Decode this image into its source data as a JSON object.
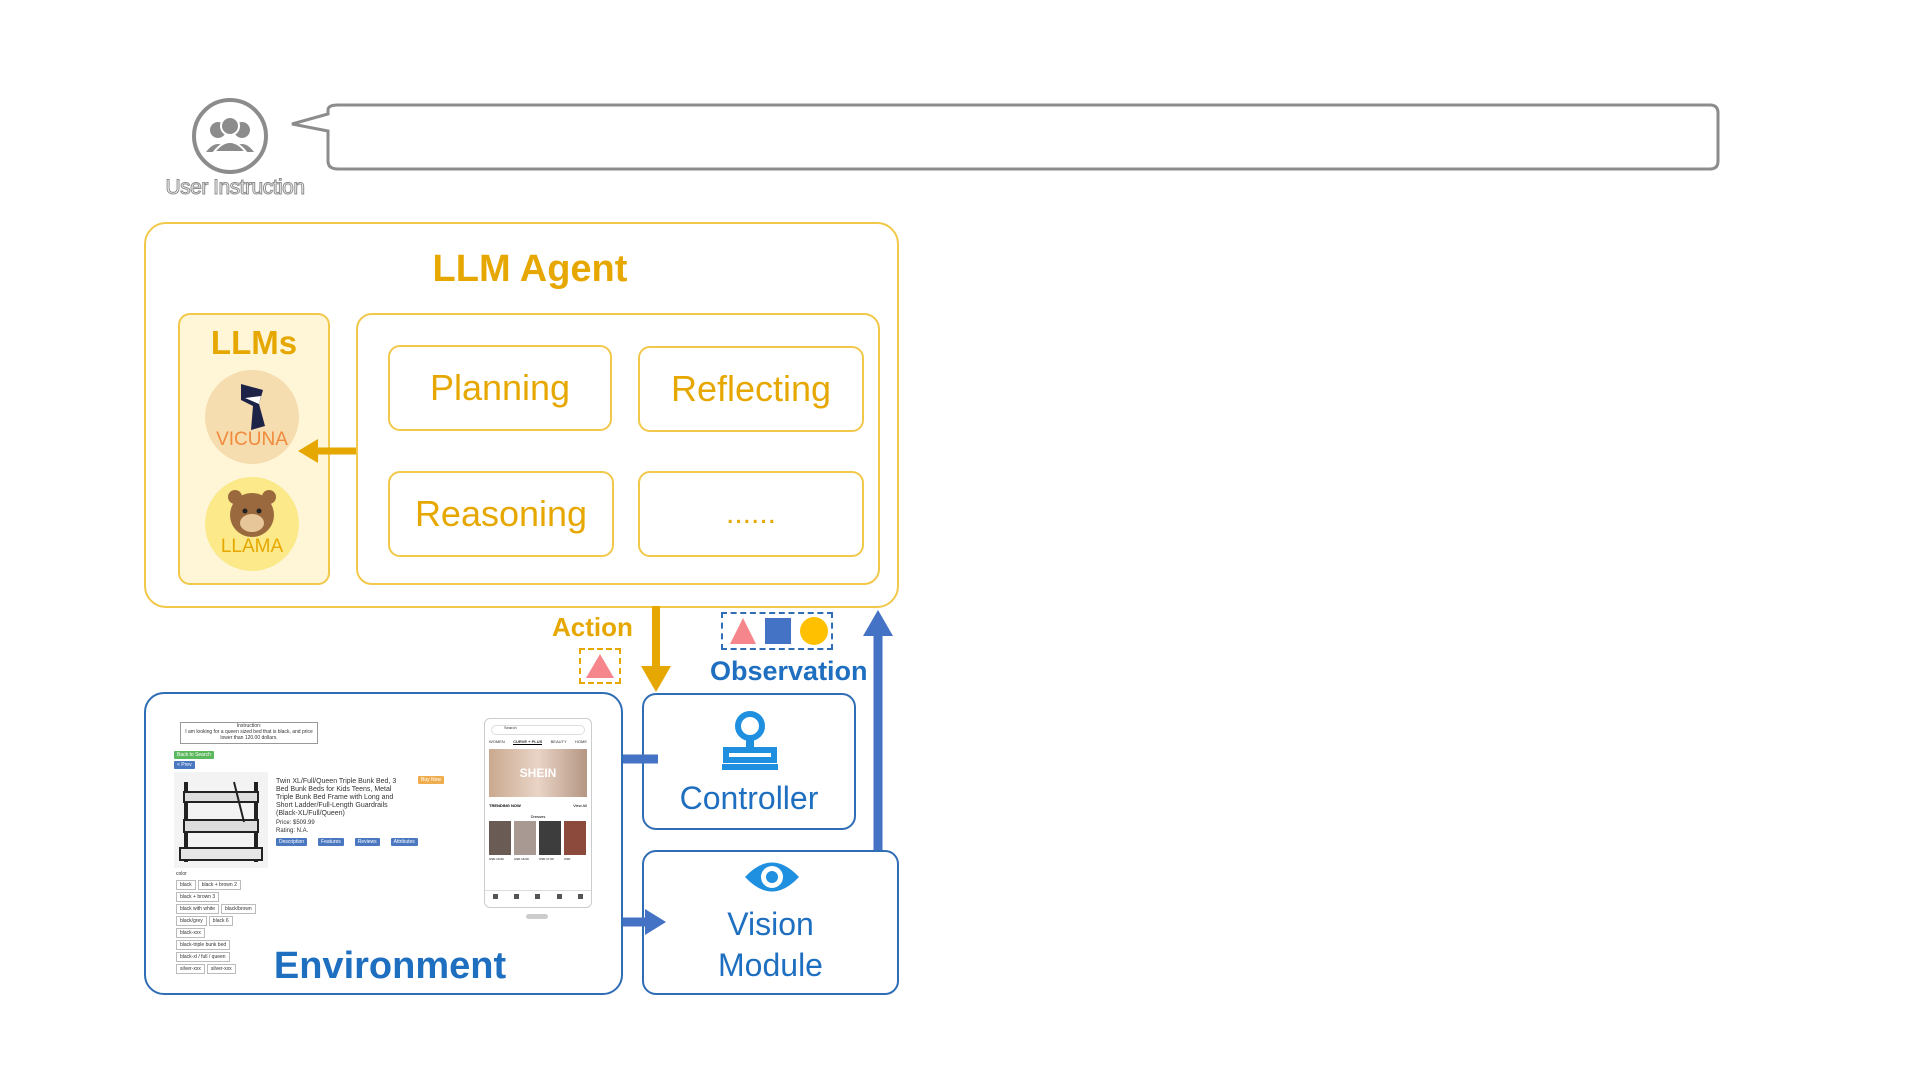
{
  "user": {
    "label": "User Instruction",
    "instruction_text": ""
  },
  "agent": {
    "title": "LLM Agent",
    "llms": {
      "title": "LLMs",
      "models": [
        "VICUNA",
        "LLAMA"
      ]
    },
    "modules": [
      "Planning",
      "Reflecting",
      "Reasoning",
      "......"
    ]
  },
  "flow": {
    "action_label": "Action",
    "observation_label": "Observation"
  },
  "controller": {
    "label": "Controller"
  },
  "vision": {
    "label_line1": "Vision",
    "label_line2": "Module"
  },
  "environment": {
    "title": "Environment",
    "web": {
      "instruction": "Instruction:\nI am looking for a queen sized bed that is black, and price lower than 120.00 dollars.",
      "back_btn": "Back to Search",
      "prev_btn": "< Prev",
      "product_title": "Twin XL/Full/Queen Triple Bunk Bed, 3 Bed Bunk Beds for Kids Teens, Metal Triple Bunk Bed Frame with Long and Short Ladder/Full-Length Guardrails (Black-XL/Full/Queen)",
      "price": "Price: $509.99",
      "rating": "Rating: N.A.",
      "buy_btn": "Buy Now",
      "tabs": [
        "Description",
        "Features",
        "Reviews",
        "Attributes"
      ],
      "color_label": "color",
      "options": [
        "black",
        "black + brown 2",
        "black + brown 3",
        "black with white",
        "black/brown",
        "black/grey",
        "black 6",
        "black-xxx",
        "black-triple bunk bed",
        "black-xl / full / queen",
        "silver-xxx",
        "silver-xxx"
      ]
    },
    "mobile": {
      "search": "Search",
      "tabs": [
        "WOMEN",
        "CURVE + PLUS",
        "BEAUTY",
        "HOME"
      ],
      "banner_text": "SHEIN",
      "trending": "TRENDING NOW",
      "view_all": "View All",
      "section": "Dresses",
      "prices": [
        "USD 19.00",
        "USD 16.00",
        "USD 17.00",
        "USD"
      ]
    }
  },
  "colors": {
    "gold": "#E6A800",
    "gold_border": "#F2C84B",
    "blue": "#1F6FC0",
    "arrow_blue": "#4472C4",
    "triangle": "#F4868C",
    "square": "#4472C4",
    "circle": "#FFC000"
  },
  "icons": [
    "user-group-icon",
    "vicuna-logo",
    "llama-logo",
    "joystick-icon",
    "eye-icon"
  ]
}
